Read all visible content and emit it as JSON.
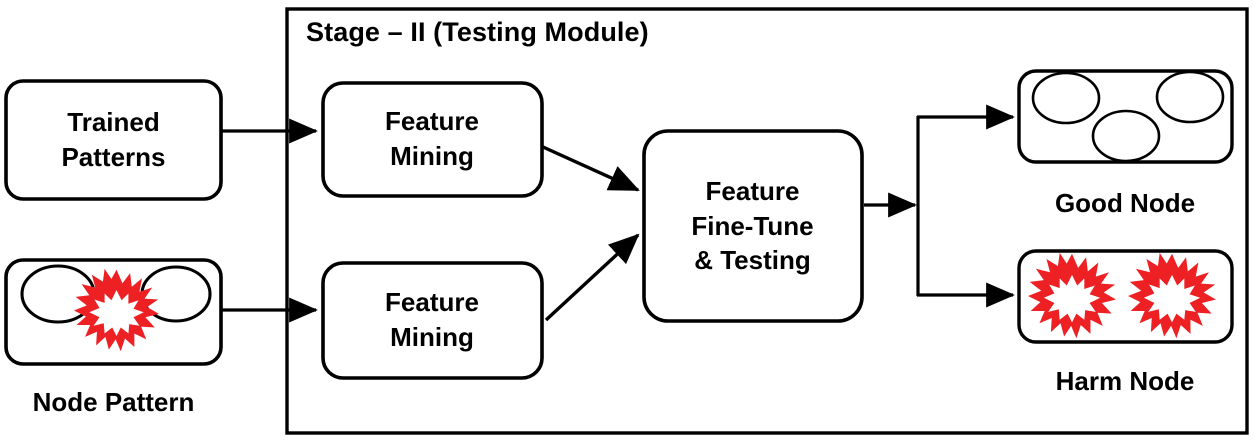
{
  "diagram": {
    "title": "Stage – II (Testing Module)",
    "colors": {
      "stroke": "#000000",
      "fill": "#ffffff",
      "hazard_red": "#ED2024",
      "background": "#ffffff"
    },
    "stage_box": {
      "label": "Stage – II (Testing Module)"
    },
    "inputs": [
      {
        "id": "trained-patterns",
        "lines": [
          "Trained",
          "Patterns"
        ],
        "caption": ""
      },
      {
        "id": "node-pattern",
        "lines": [],
        "caption": "Node Pattern",
        "glyphs": [
          "circle",
          "hazard-star",
          "circle"
        ]
      }
    ],
    "process": [
      {
        "id": "feature-mining-top",
        "lines": [
          "Feature",
          "Mining"
        ]
      },
      {
        "id": "feature-mining-bottom",
        "lines": [
          "Feature",
          "Mining"
        ]
      },
      {
        "id": "feature-fine-tune",
        "lines": [
          "Feature",
          "Fine-Tune",
          "& Testing"
        ]
      }
    ],
    "outputs": [
      {
        "id": "good-node",
        "caption": "Good Node",
        "glyphs": [
          "circle",
          "circle",
          "circle"
        ]
      },
      {
        "id": "harm-node",
        "caption": "Harm Node",
        "glyphs": [
          "hazard-star",
          "hazard-star"
        ]
      }
    ],
    "connectors": [
      {
        "from": "trained-patterns",
        "to": "feature-mining-top",
        "style": "arrow"
      },
      {
        "from": "node-pattern",
        "to": "feature-mining-bottom",
        "style": "arrow"
      },
      {
        "from": "feature-mining-top",
        "to": "feature-fine-tune",
        "style": "arrow"
      },
      {
        "from": "feature-mining-bottom",
        "to": "feature-fine-tune",
        "style": "arrow"
      },
      {
        "from": "feature-fine-tune",
        "to": "good-node",
        "style": "arrow-split"
      },
      {
        "from": "feature-fine-tune",
        "to": "harm-node",
        "style": "arrow-split"
      }
    ]
  }
}
